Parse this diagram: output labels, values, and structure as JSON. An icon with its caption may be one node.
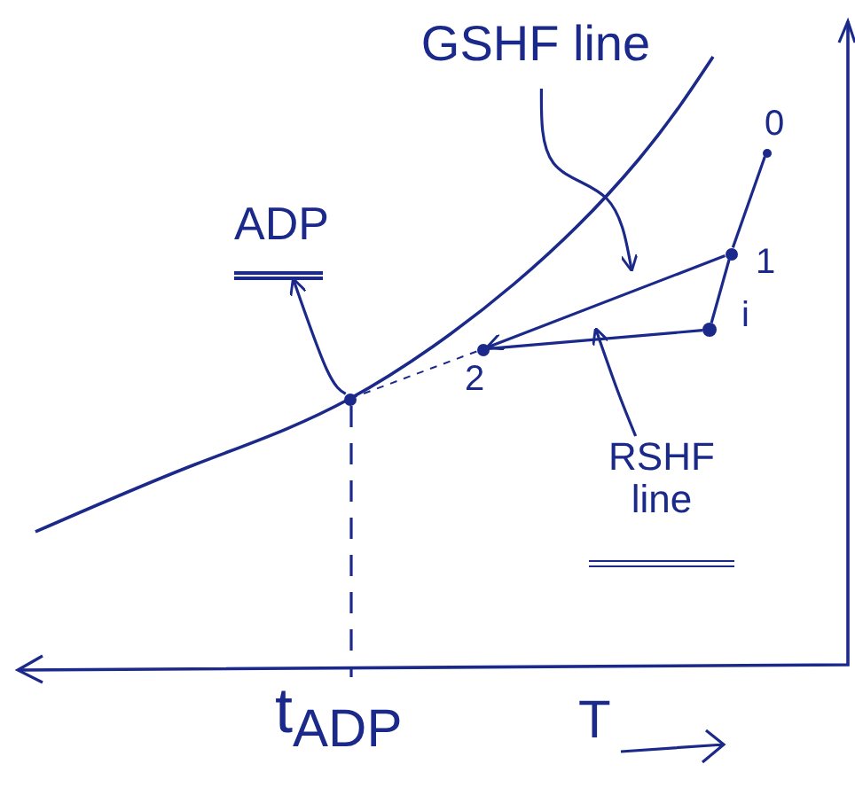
{
  "diagram": {
    "nodes": [
      {
        "text": [
          "ADP"
        ]
      },
      {
        "text": [],
        "shape": "circle"
      },
      {
        "text": [
          "GSHF line"
        ]
      },
      {
        "text": [],
        "shape": "circle",
        "beside": [
          "0"
        ]
      },
      {
        "text": [],
        "shape": "circle",
        "beside": [
          "1"
        ]
      },
      {
        "text": [],
        "shape": "circle",
        "beside": [
          "i"
        ]
      },
      {
        "text": [],
        "shape": "circle",
        "beside": [
          "2"
        ]
      },
      {
        "text": [
          "RSHF line"
        ]
      }
    ],
    "edges": [
      {
        "from": 1,
        "to": 0,
        "arrow": "to"
      },
      {
        "from": 2,
        "to": null,
        "arrow": "to"
      },
      {
        "from": 7,
        "to": null,
        "arrow": "to"
      },
      {
        "from": 3,
        "to": 4,
        "arrow": "none"
      },
      {
        "from": 4,
        "to": 5,
        "arrow": "none"
      },
      {
        "from": 4,
        "to": 6,
        "arrow": "to"
      },
      {
        "from": 5,
        "to": 6,
        "arrow": "none"
      },
      {
        "from": 6,
        "to": 1,
        "arrow": "none",
        "style": "dashed"
      }
    ],
    "labels": [
      "t$_{ADP}$",
      "T"
    ]
  }
}
